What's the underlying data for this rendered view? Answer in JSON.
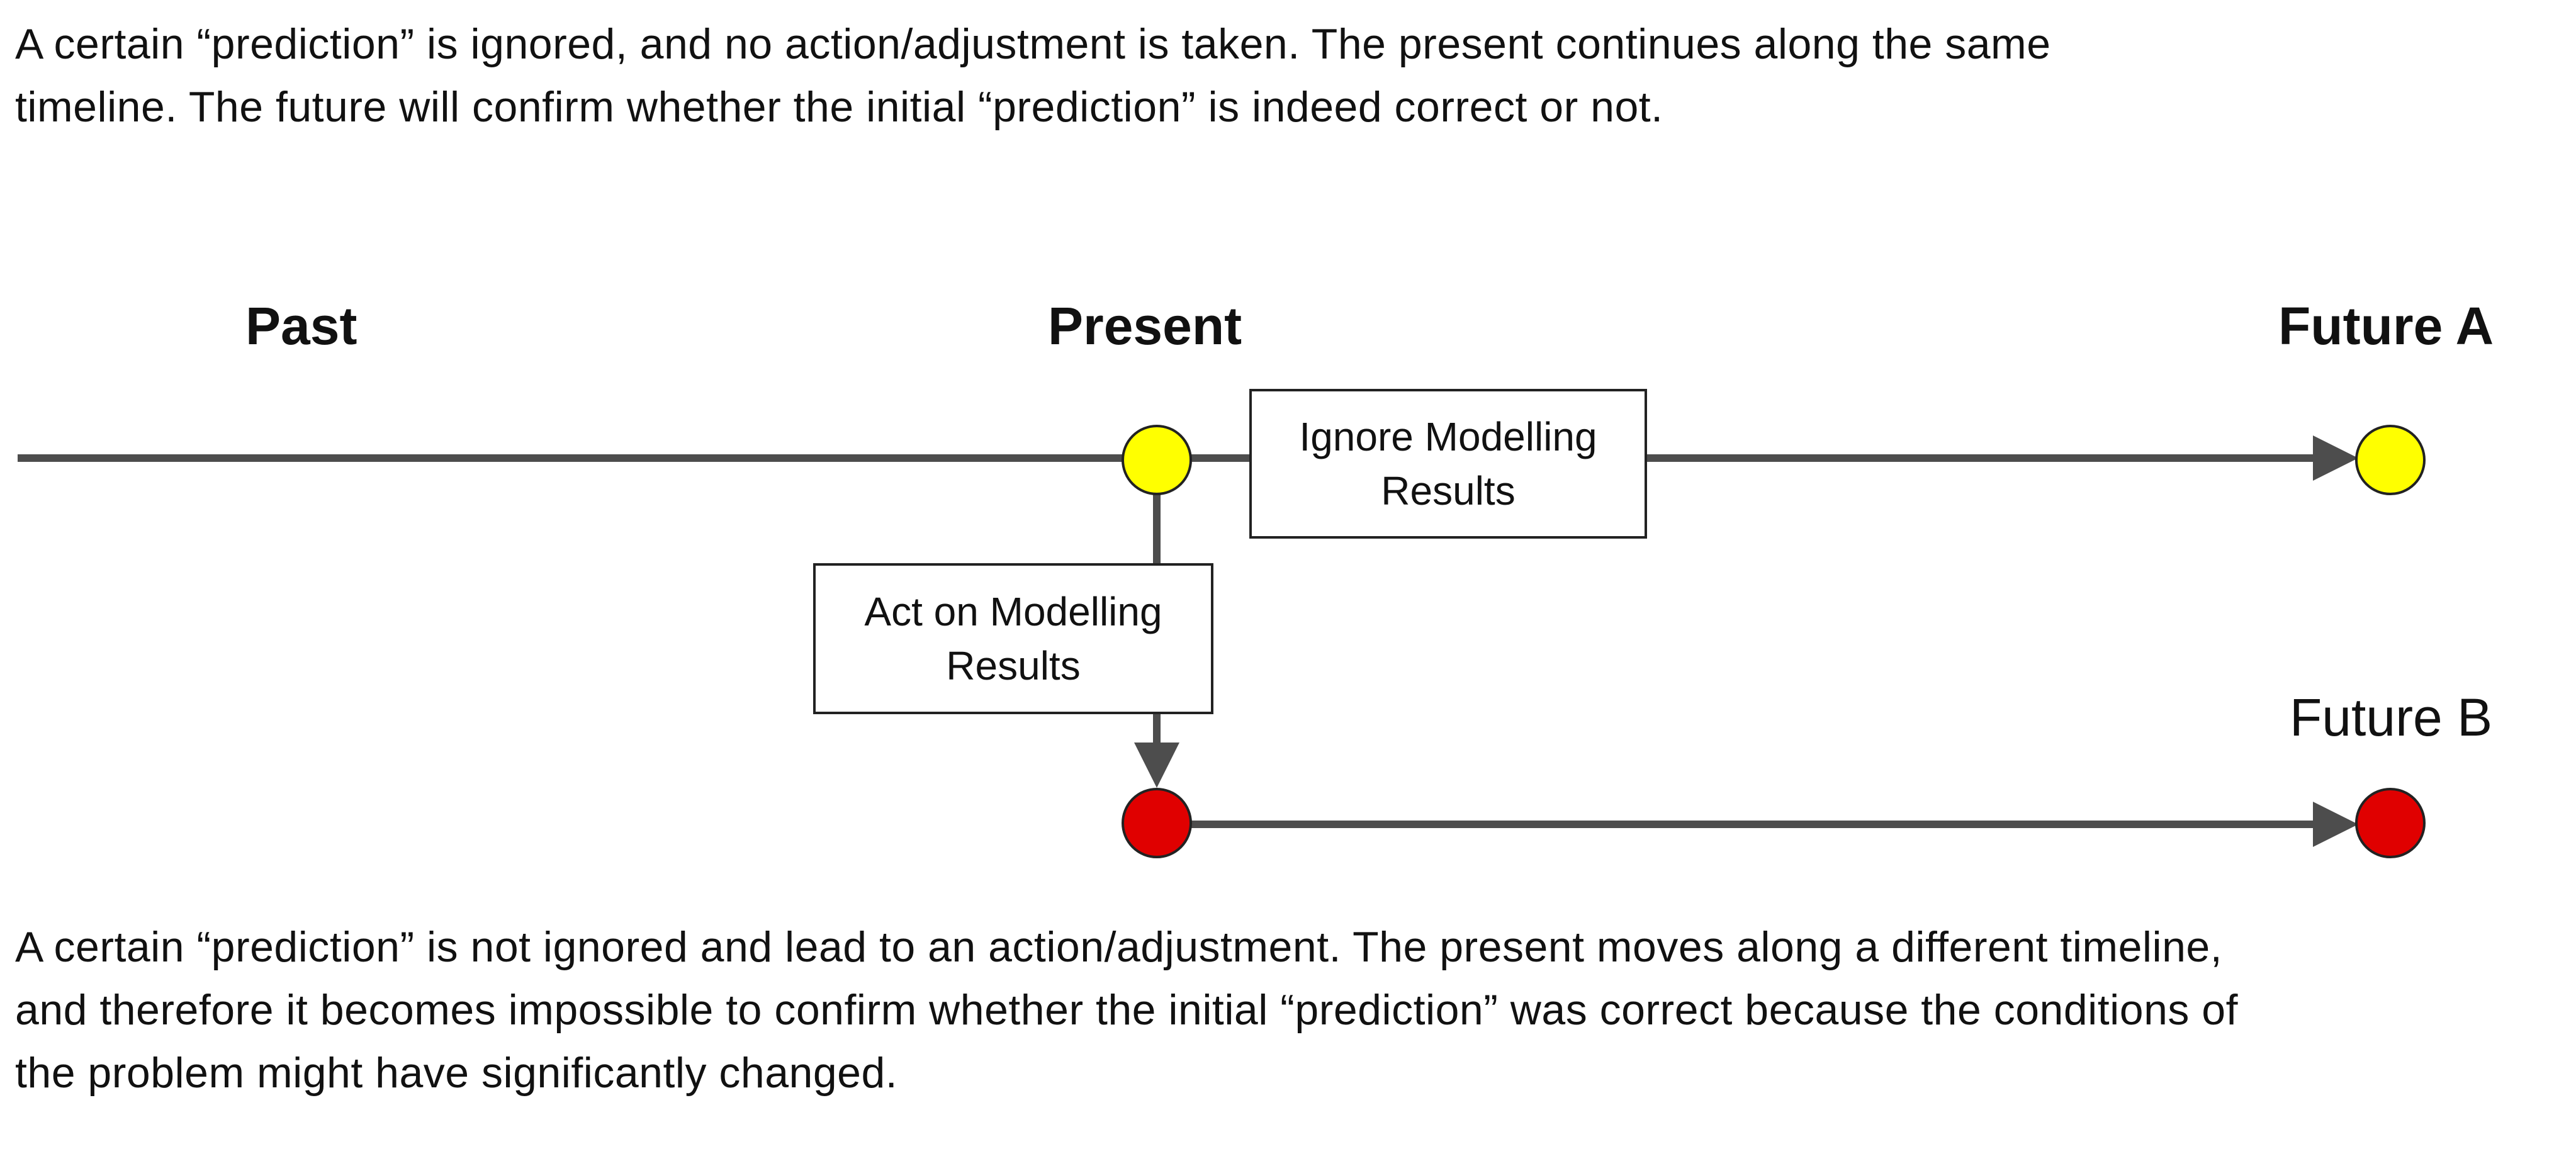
{
  "top_paragraph": {
    "line1": "A certain “prediction” is ignored, and no action/adjustment is taken. The present continues along the same",
    "line2": "timeline. The future will confirm whether the initial “prediction” is indeed correct or not."
  },
  "labels": {
    "past": "Past",
    "present": "Present",
    "future_a": "Future A",
    "future_b": "Future B"
  },
  "boxes": {
    "ignore": {
      "line1": "Ignore Modelling",
      "line2": "Results"
    },
    "act": {
      "line1": "Act on Modelling",
      "line2": "Results"
    }
  },
  "bottom_paragraph": {
    "line1": "A certain “prediction” is not ignored and lead to an action/adjustment. The present moves along a different timeline,",
    "line2": "and therefore it becomes impossible to confirm whether the initial “prediction” was correct because the conditions of",
    "line3": "the problem might have significantly changed."
  },
  "colors": {
    "line": "#4d4d4d",
    "yellow_node": "#ffff00",
    "red_node": "#e00000",
    "node_outline": "#222222"
  }
}
